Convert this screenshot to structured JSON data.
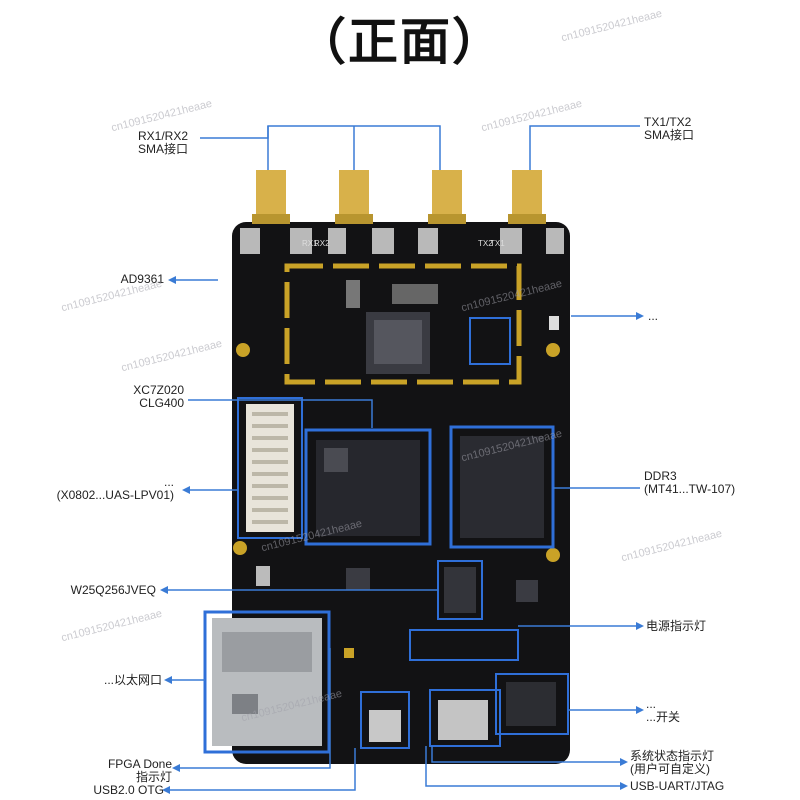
{
  "title": "（正面）",
  "colors": {
    "pcb": "#121214",
    "callout_line": "#3a7bd5",
    "highlight_box": "#2f6fd8",
    "trace_gold": "#c9a227"
  },
  "labels": {
    "rx_sma": [
      "RX1/RX2",
      "SMA接口"
    ],
    "tx_sma": [
      "TX1/TX2",
      "SMA接口"
    ],
    "ad9361": [
      "AD9361"
    ],
    "right_mid": [
      "..."
    ],
    "xc7z020": [
      "XC7Z020",
      "CLG400"
    ],
    "connector": [
      "...",
      "(X0802...UAS-LPV01)"
    ],
    "ddr3": [
      "DDR3",
      "(MT41...TW-107)"
    ],
    "w25q": [
      "W25Q256JVEQ"
    ],
    "power_led": [
      "电源指示灯"
    ],
    "ethernet": [
      "...以太网口"
    ],
    "power_switch": [
      "...",
      "...开关"
    ],
    "fpga_done": [
      "FPGA Done",
      "指示灯"
    ],
    "usb_otg": [
      "USB2.0 OTG"
    ],
    "status_led": [
      "系统状态指示灯",
      "(用户可自定义)"
    ],
    "usb_uart": [
      "USB-UART/JTAG"
    ]
  },
  "board_text": {
    "ant_labels": [
      "RX1",
      "RX2",
      "TX2",
      "TX1"
    ]
  },
  "watermark": "cn1091520421heaae"
}
